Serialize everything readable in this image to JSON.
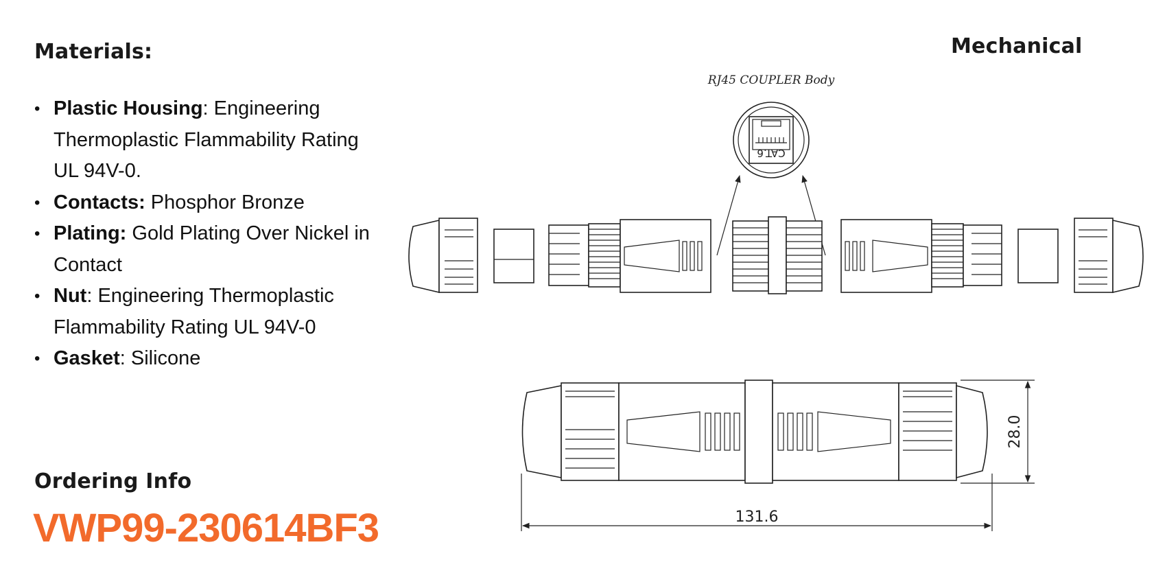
{
  "materials": {
    "heading": "Materials:",
    "items": [
      {
        "term": "Plastic Housing",
        "sep": ": ",
        "text": "Engineering Thermoplastic Flammability Rating UL 94V-0."
      },
      {
        "term": "Contacts:",
        "sep": " ",
        "text": "Phosphor Bronze"
      },
      {
        "term": "Plating:",
        "sep": " ",
        "text": "Gold Plating Over Nickel in Contact"
      },
      {
        "term": "Nut",
        "sep": ": ",
        "text": "Engineering Thermoplastic Flammability Rating UL 94V-0"
      },
      {
        "term": "Gasket",
        "sep": ": ",
        "text": "Silicone"
      }
    ]
  },
  "mechanical": {
    "heading": "Mechanical",
    "body_label": "RJ45 COUPLER Body",
    "jack_label": "CAT.6",
    "dim_height": "28.0",
    "dim_length": "131.6"
  },
  "ordering": {
    "heading": "Ordering Info",
    "part_number": "VWP99-230614BF3"
  },
  "colors": {
    "accent": "#f26a2b",
    "text": "#111111"
  }
}
